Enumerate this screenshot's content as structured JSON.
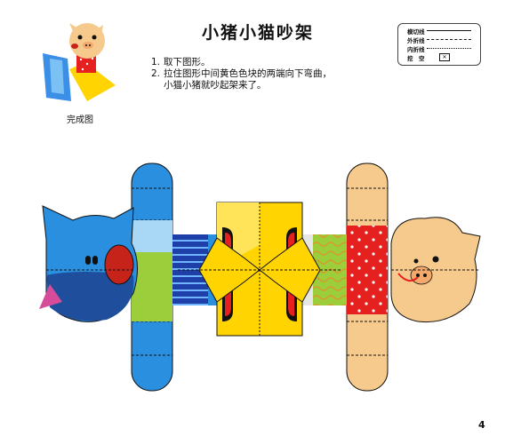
{
  "header": {
    "title": "小猪小猫吵架"
  },
  "instructions": {
    "steps": [
      {
        "number": "1.",
        "text": "取下图形。"
      },
      {
        "number": "2.",
        "text": "拉住图形中间黄色色块的两端向下弯曲，",
        "continuation": "小猫小猪就吵起架来了。"
      }
    ]
  },
  "legend": {
    "cut_line": "模切线",
    "outer_fold": "外折线",
    "inner_fold": "内折线",
    "cutout": "挖　空",
    "cutout_symbol": "✕"
  },
  "preview": {
    "caption": "完成图"
  },
  "page": {
    "number": "4"
  },
  "colors": {
    "cat_blue": "#2b8fe0",
    "cat_dark": "#1f4f9c",
    "pig_peach": "#f6c98c",
    "yellow": "#ffd400",
    "green": "#9ccd3a",
    "red": "#e5201e",
    "nose_red": "#c6241b"
  }
}
